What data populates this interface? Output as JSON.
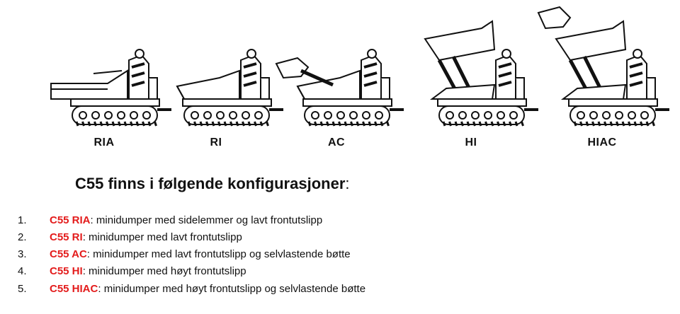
{
  "machines": [
    {
      "label": "RIA",
      "variant": "ria"
    },
    {
      "label": "RI",
      "variant": "ri"
    },
    {
      "label": "AC",
      "variant": "ac"
    },
    {
      "label": "HI",
      "variant": "hi"
    },
    {
      "label": "HIAC",
      "variant": "hiac"
    }
  ],
  "heading": {
    "text": "C55 finns i følgende konfigurasjoner",
    "colon": ":"
  },
  "configurations": [
    {
      "number": "1.",
      "code": "C55 RIA",
      "description": ": minidumper med sidelemmer og lavt frontutslipp"
    },
    {
      "number": "2.",
      "code": "C55 RI",
      "description": ": minidumper med lavt frontutslipp"
    },
    {
      "number": "3.",
      "code": "C55 AC",
      "description": ": minidumper med lavt frontutslipp og selvlastende bøtte"
    },
    {
      "number": "4.",
      "code": "C55 HI",
      "description": ": minidumper med høyt frontutslipp"
    },
    {
      "number": "5.",
      "code": "C55 HIAC",
      "description": ": minidumper med høyt frontutslipp og selvlastende bøtte"
    }
  ],
  "colors": {
    "accent": "#e31b1b",
    "text": "#111111"
  }
}
